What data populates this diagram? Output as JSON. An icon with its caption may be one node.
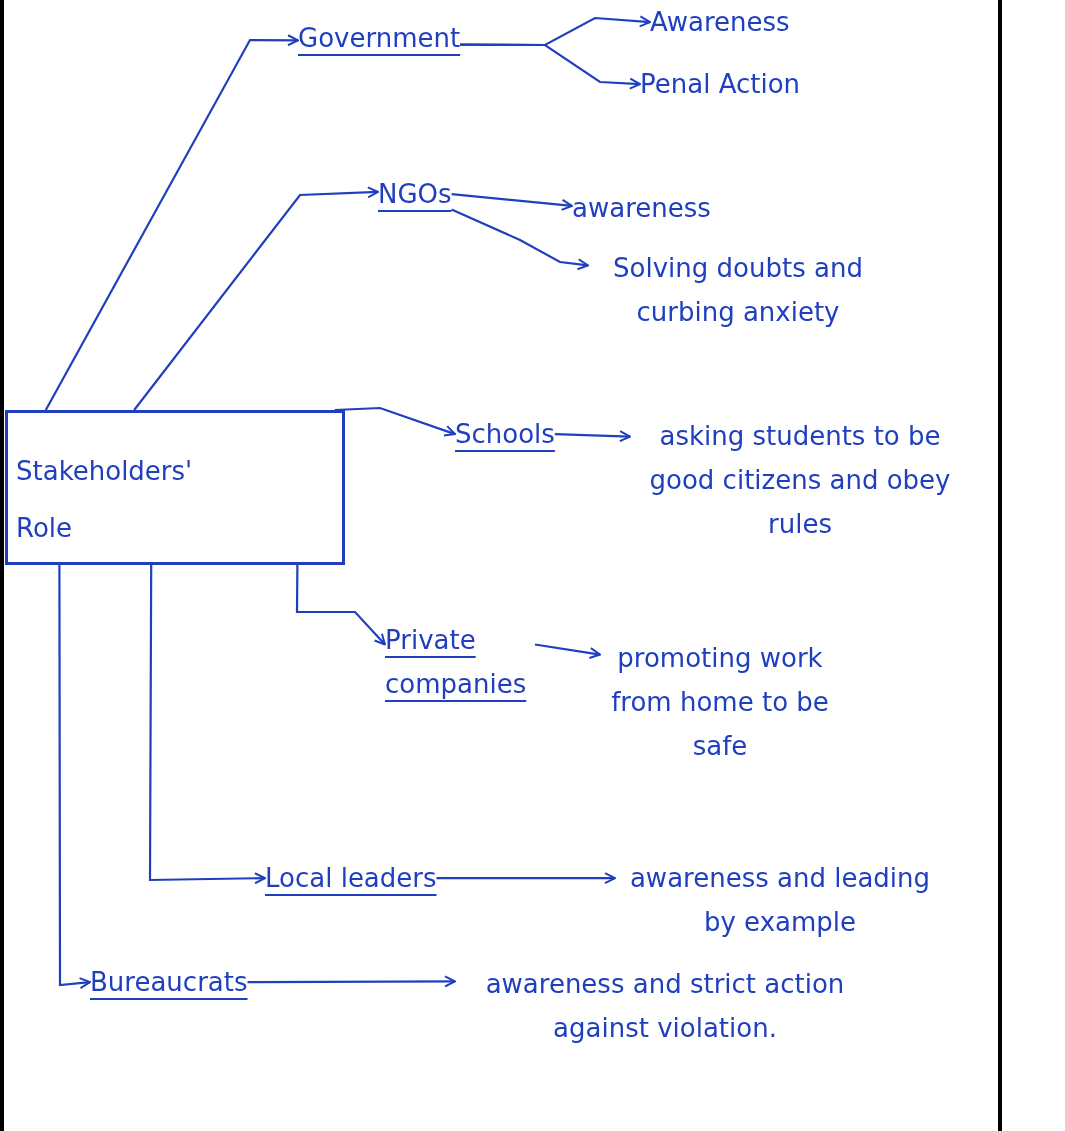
{
  "diagram": {
    "nodes": [
      {
        "text": [
          "Stakeholders' Role"
        ]
      },
      {
        "text": [
          "Government"
        ]
      },
      {
        "text": [
          "Awareness"
        ]
      },
      {
        "text": [
          "Penal Action"
        ]
      },
      {
        "text": [
          "NGOs"
        ]
      },
      {
        "text": [
          "awareness"
        ]
      },
      {
        "text": [
          "Solving doubts and curbing anxiety"
        ]
      },
      {
        "text": [
          "Schools"
        ]
      },
      {
        "text": [
          "asking students to be good citizens and obey rules"
        ]
      },
      {
        "text": [
          "Private companies"
        ]
      },
      {
        "text": [
          "promoting work from home to be safe"
        ]
      },
      {
        "text": [
          "Local leaders"
        ]
      },
      {
        "text": [
          "awareness and leading by example"
        ]
      },
      {
        "text": [
          "Bureaucrats"
        ]
      },
      {
        "text": [
          "awareness and strict action against violation."
        ]
      }
    ],
    "edges": [
      {
        "from": 0,
        "to": 1,
        "arrow": "to"
      },
      {
        "from": 1,
        "to": 2,
        "arrow": "to"
      },
      {
        "from": 1,
        "to": 3,
        "arrow": "to"
      },
      {
        "from": 0,
        "to": 4,
        "arrow": "to"
      },
      {
        "from": 4,
        "to": 5,
        "arrow": "to"
      },
      {
        "from": 4,
        "to": 6,
        "arrow": "to"
      },
      {
        "from": 0,
        "to": 7,
        "arrow": "to"
      },
      {
        "from": 7,
        "to": 8,
        "arrow": "to"
      },
      {
        "from": 0,
        "to": 9,
        "arrow": "to"
      },
      {
        "from": 9,
        "to": 10,
        "arrow": "to"
      },
      {
        "from": 0,
        "to": 11,
        "arrow": "to"
      },
      {
        "from": 11,
        "to": 12,
        "arrow": "to"
      },
      {
        "from": 0,
        "to": 13,
        "arrow": "to"
      },
      {
        "from": 13,
        "to": 14,
        "arrow": "to"
      }
    ]
  }
}
